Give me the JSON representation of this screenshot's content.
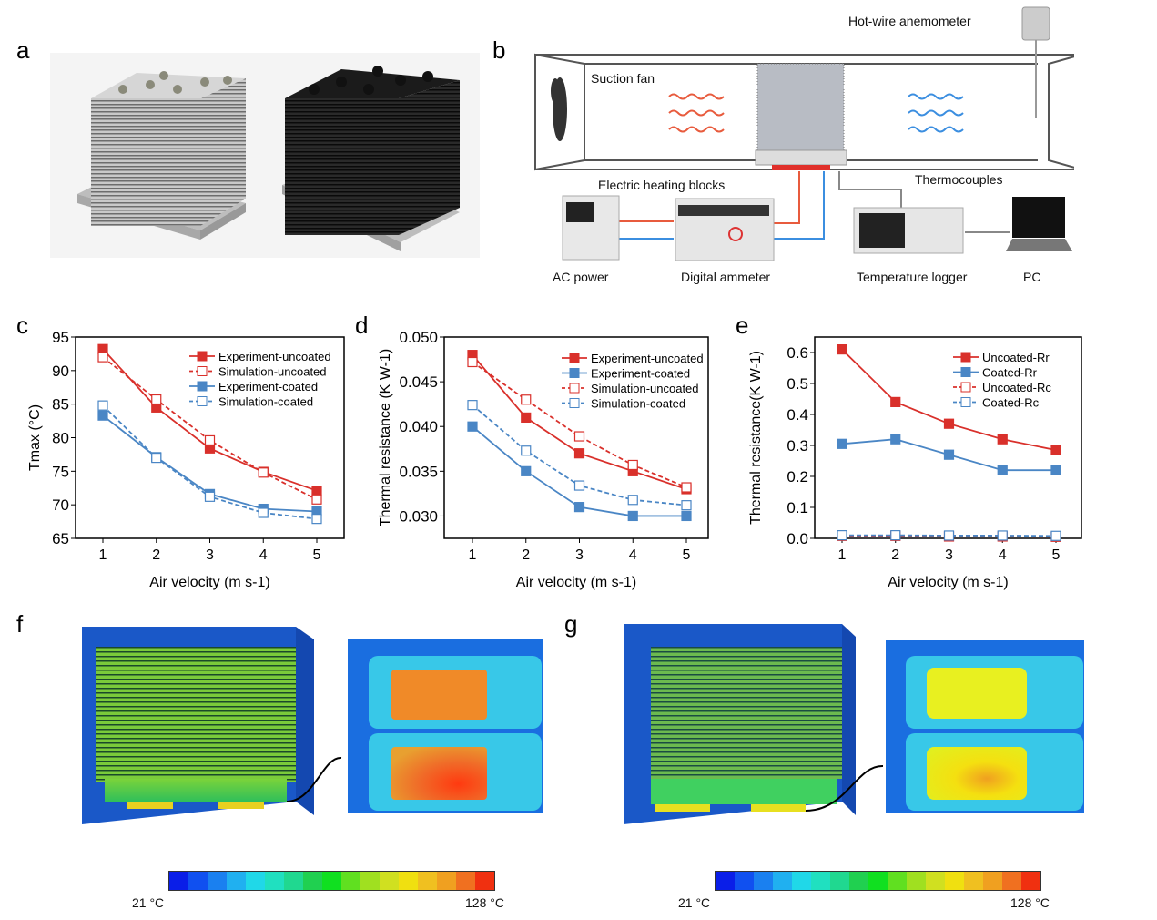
{
  "panels": {
    "a": "a",
    "b": "b",
    "c": "c",
    "d": "d",
    "e": "e",
    "f": "f",
    "g": "g"
  },
  "setup": {
    "hot_wire": "Hot-wire anemometer",
    "suction_fan": "Suction fan",
    "heating_blocks": "Electric heating blocks",
    "thermocouples": "Thermocouples",
    "ac_power": "AC power",
    "ammeter": "Digital ammeter",
    "logger": "Temperature logger",
    "pc": "PC"
  },
  "colorbar_f": {
    "min": "21 °C",
    "max": "128 °C"
  },
  "colorbar_g": {
    "min": "21 °C",
    "max": "128 °C"
  },
  "colors": {
    "red": "#d9302b",
    "blue": "#4a86c5"
  },
  "chart_data": [
    {
      "type": "line",
      "id": "c",
      "xlabel": "Air velocity (m s-1)",
      "ylabel": "Tmax (°C)",
      "ylim": [
        65,
        95
      ],
      "yticks": [
        "65",
        "70",
        "75",
        "80",
        "85",
        "90",
        "95"
      ],
      "x": [
        1,
        2,
        3,
        4,
        5
      ],
      "xticks": [
        "1",
        "2",
        "3",
        "4",
        "5"
      ],
      "series": [
        {
          "name": "Experiment-uncoated",
          "color": "#d9302b",
          "dashed": false,
          "filled": true,
          "values": [
            93.2,
            84.5,
            78.4,
            74.9,
            72.1
          ]
        },
        {
          "name": "Simulation-uncoated",
          "color": "#d9302b",
          "dashed": true,
          "filled": false,
          "values": [
            92.0,
            85.7,
            79.6,
            74.8,
            70.8
          ]
        },
        {
          "name": "Experiment-coated",
          "color": "#4a86c5",
          "dashed": false,
          "filled": true,
          "values": [
            83.3,
            77.1,
            71.6,
            69.4,
            69.0
          ]
        },
        {
          "name": "Simulation-coated",
          "color": "#4a86c5",
          "dashed": true,
          "filled": false,
          "values": [
            84.8,
            77.0,
            71.2,
            68.8,
            67.9
          ]
        }
      ]
    },
    {
      "type": "line",
      "id": "d",
      "xlabel": "Air velocity (m s-1)",
      "ylabel": "Thermal resistance (K W-1)",
      "ylim": [
        0.0275,
        0.05
      ],
      "yticks": [
        "0.030",
        "0.035",
        "0.040",
        "0.045",
        "0.050"
      ],
      "x": [
        1,
        2,
        3,
        4,
        5
      ],
      "xticks": [
        "1",
        "2",
        "3",
        "4",
        "5"
      ],
      "series": [
        {
          "name": "Experiment-uncoated",
          "color": "#d9302b",
          "dashed": false,
          "filled": true,
          "values": [
            0.048,
            0.041,
            0.037,
            0.035,
            0.033
          ]
        },
        {
          "name": "Experiment-coated",
          "color": "#4a86c5",
          "dashed": false,
          "filled": true,
          "values": [
            0.04,
            0.035,
            0.031,
            0.03,
            0.03
          ]
        },
        {
          "name": "Simulation-uncoated",
          "color": "#d9302b",
          "dashed": true,
          "filled": false,
          "values": [
            0.0472,
            0.043,
            0.0389,
            0.0357,
            0.0332
          ]
        },
        {
          "name": "Simulation-coated",
          "color": "#4a86c5",
          "dashed": true,
          "filled": false,
          "values": [
            0.0424,
            0.0373,
            0.0334,
            0.0318,
            0.0312
          ]
        }
      ]
    },
    {
      "type": "line",
      "id": "e",
      "xlabel": "Air velocity (m s-1)",
      "ylabel": "Thermal resistance(K W-1)",
      "ylim": [
        0,
        0.65
      ],
      "yticks": [
        "0.0",
        "0.1",
        "0.2",
        "0.3",
        "0.4",
        "0.5",
        "0.6"
      ],
      "x": [
        1,
        2,
        3,
        4,
        5
      ],
      "xticks": [
        "1",
        "2",
        "3",
        "4",
        "5"
      ],
      "series": [
        {
          "name": "Uncoated-Rr",
          "color": "#d9302b",
          "dashed": false,
          "filled": true,
          "values": [
            0.61,
            0.44,
            0.37,
            0.32,
            0.285
          ]
        },
        {
          "name": "Coated-Rr",
          "color": "#4a86c5",
          "dashed": false,
          "filled": true,
          "values": [
            0.305,
            0.32,
            0.27,
            0.22,
            0.22
          ]
        },
        {
          "name": "Uncoated-Rc",
          "color": "#d9302b",
          "dashed": true,
          "filled": false,
          "values": [
            0.008,
            0.008,
            0.006,
            0.006,
            0.005
          ]
        },
        {
          "name": "Coated-Rc",
          "color": "#4a86c5",
          "dashed": true,
          "filled": false,
          "values": [
            0.01,
            0.01,
            0.009,
            0.009,
            0.008
          ]
        }
      ]
    }
  ]
}
